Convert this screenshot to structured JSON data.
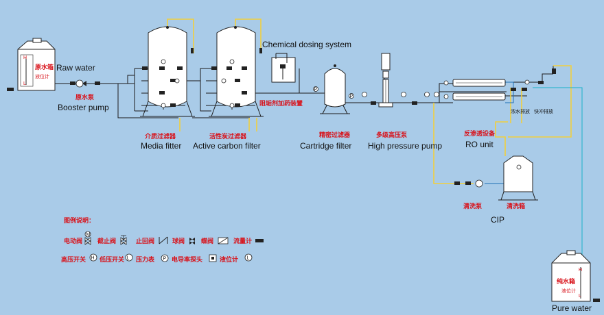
{
  "labels": {
    "raw_water_cn": "原水箱",
    "raw_water_en": "Raw water",
    "level_meter_cn": "液位计",
    "booster_cn": "原水泵",
    "booster_en": "Booster pump",
    "media_cn": "介质过滤器",
    "media_en": "Media fitter",
    "carbon_cn": "活性炭过滤器",
    "carbon_en": "Active carbon filter",
    "chem_en": "Chemical dosing system",
    "chem_cn": "阻垢剂加药装置",
    "cartridge_cn": "精密过滤器",
    "cartridge_en": "Cartridge filter",
    "hp_cn": "多级高压泵",
    "hp_en": "High pressure pump",
    "ro_cn": "反渗透设备",
    "ro_en": "RO unit",
    "conc_cn": "浓水排放",
    "flush_cn": "快冲排放",
    "cip_pump_cn": "清洗泵",
    "cip_tank_cn": "清洗箱",
    "cip_en": "CIP",
    "pure_cn": "纯水箱",
    "pure_level_cn": "液位计",
    "pure_en": "Pure water"
  },
  "legend": {
    "title": "图例说明：",
    "row1": [
      "电动阀",
      "截止阀",
      "止回阀",
      "球阀",
      "蝶阀",
      "流量计"
    ],
    "row2": [
      "高压开关",
      "低压开关",
      "压力表",
      "电导率探头",
      "液位计"
    ],
    "symbols": {
      "motor": "M",
      "high": "H",
      "low": "L",
      "press": "P",
      "level": "L"
    }
  },
  "colors": {
    "background": "#a9cbe8",
    "pipe": "#1a1a1a",
    "drain_pipe": "#f1cf3e",
    "label_cn": "#d8131b",
    "pure_line": "#17b0c9"
  }
}
